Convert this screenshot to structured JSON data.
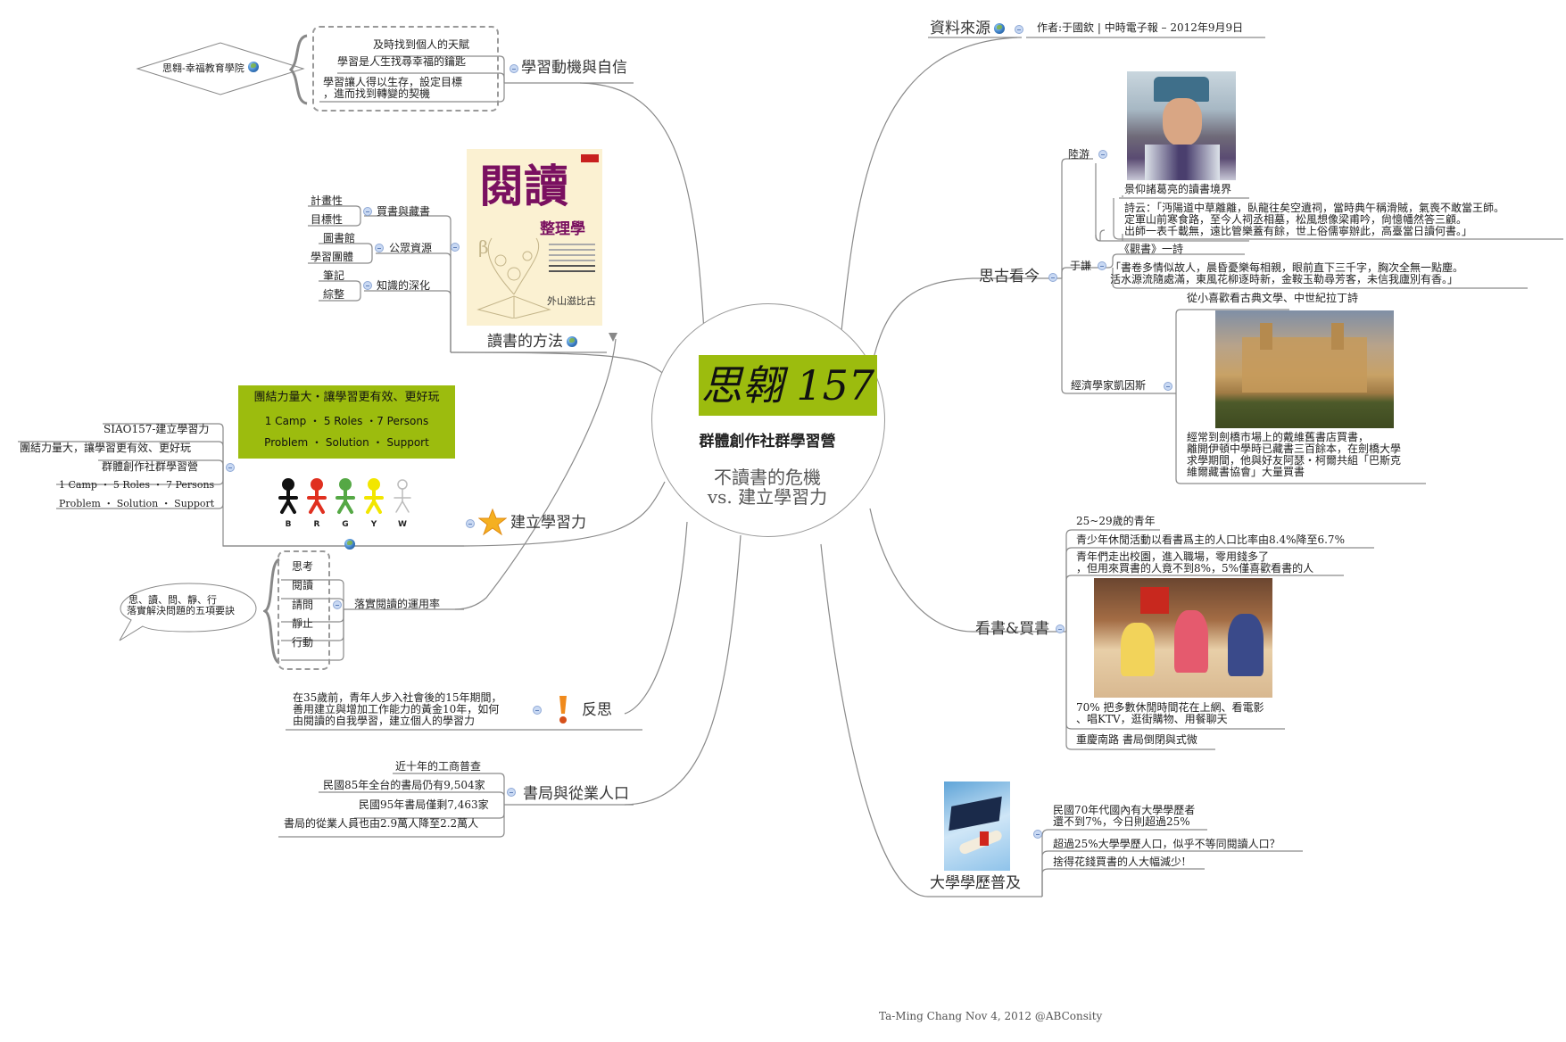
{
  "center": {
    "logo": "思翱 157",
    "subtitle": "群體創作社群學習營",
    "title_line1": "不讀書的危機",
    "title_line2": "vs. 建立學習力",
    "logo_bg": "#9cbc0e"
  },
  "branches": {
    "motivation": {
      "label": "學習動機與自信",
      "items": [
        "及時找到個人的天賦",
        "學習是人生找尋幸福的鑰匙",
        "學習讓人得以生存，設定目標\n，進而找到轉變的契機"
      ],
      "callout": "思翱-幸福教育學院"
    },
    "method": {
      "label": "讀書的方法",
      "book_title": "閱讀",
      "book_subtitle": "整理學",
      "book_author": "外山滋比古",
      "children": [
        {
          "label": "買書與藏書",
          "items": [
            "計畫性",
            "目標性"
          ]
        },
        {
          "label": "公眾資源",
          "items": [
            "圖書館",
            "學習團體"
          ]
        },
        {
          "label": "知識的深化",
          "items": [
            "筆記",
            "綜整"
          ]
        }
      ]
    },
    "build": {
      "label": "建立學習力",
      "panel": {
        "line1": "團結力量大・讓學習更有效、更好玩",
        "line2": "1 Camp ・ 5 Roles ・7 Persons",
        "line3": "Problem ・ Solution ・ Support"
      },
      "figures": [
        {
          "letter": "B",
          "color": "#111111"
        },
        {
          "letter": "R",
          "color": "#e03020"
        },
        {
          "letter": "G",
          "color": "#55a845"
        },
        {
          "letter": "Y",
          "color": "#f2e600"
        },
        {
          "letter": "W",
          "color": "#ffffff"
        }
      ],
      "notes": [
        "SIAO157-建立學習力",
        "團結力量大，讓學習更有效、更好玩",
        "群體創作社群學習營",
        "1 Camp  ・ 5 Roles  ・ 7 Persons",
        "Problem  ・ Solution  ・ Support"
      ],
      "practice": {
        "label": "落實閱讀的運用率",
        "items": [
          "思考",
          "閱讀",
          "請問",
          "靜止",
          "行動"
        ],
        "callout_line1": "思、讀、問、靜、行",
        "callout_line2": "落實解決問題的五項要訣"
      }
    },
    "reflect": {
      "label": "反思",
      "text": "在35歲前，青年人步入社會後的15年期間，\n善用建立與增加工作能力的黃金10年，如何\n由閱讀的自我學習，建立個人的學習力"
    },
    "bookstore": {
      "label": "書局與從業人口",
      "items": [
        "近十年的工商普查",
        "民國85年全台的書局仍有9,504家",
        "民國95年書局僅剩7,463家",
        "書局的從業人員也由2.9萬人降至2.2萬人"
      ]
    },
    "source": {
      "label": "資料來源",
      "text": "作者:于國欽 | 中時電子報  –  2012年9月9日"
    },
    "past": {
      "label": "思古看今",
      "luyou": {
        "label": "陸游",
        "caption": "景仰諸葛亮的讀書境界",
        "poem": "詩云：「沔陽道中草離離，臥龍往矣空遺祠，當時典午稱滑賊，氣喪不敢當王師。\n定軍山前寒食路，至今人祠丞相墓，松風想像梁甫吟，尙憶幡然答三顧。\n出師一表千載無，遠比管樂蓋有餘，世上俗儒寧辦此，高臺當日讀何書。」"
      },
      "yuqian": {
        "label": "于謙",
        "title": "《觀書》一詩",
        "poem": "「書卷多情似故人，晨昏憂樂每相親，眼前直下三千字，胸次全無一點塵。\n活水源流隨處滿，東風花柳逐時新，金鞍玉勒尋芳客，未信我廬別有香。」"
      },
      "keynes": {
        "label": "經濟學家凱因斯",
        "caption": "從小喜歡看古典文學、中世紀拉丁詩",
        "text": "經常到劍橋市場上的戴維舊書店買書，\n離開伊頓中學時已藏書三百餘本，在劍橋大學\n求學期間，他與好友阿瑟・柯爾共組「巴斯克\n維爾藏書協會」大量買書"
      }
    },
    "reading": {
      "label": "看書&買書",
      "items": [
        "25~29歲的青年",
        "青少年休閒活動以看書爲主的人口比率由8.4%降至6.7%",
        "青年們走出校園，進入職場，零用錢多了\n，但用來買書的人竟不到8%，5%僅喜歡看書的人",
        "70% 把多數休閒時間花在上網、看電影\n、唱KTV，逛街購物、用餐聊天",
        "重慶南路 書局倒閉與式微"
      ]
    },
    "degree": {
      "label": "大學學歷普及",
      "items": [
        "民國70年代國內有大學學歷者\n還不到7%，今日則超過25%",
        "超過25%大學學歷人口，似乎不等同閱讀人口？",
        "捨得花錢買書的人大幅減少!"
      ]
    }
  },
  "footer": "Ta-Ming Chang Nov 4, 2012 @ABConsity"
}
